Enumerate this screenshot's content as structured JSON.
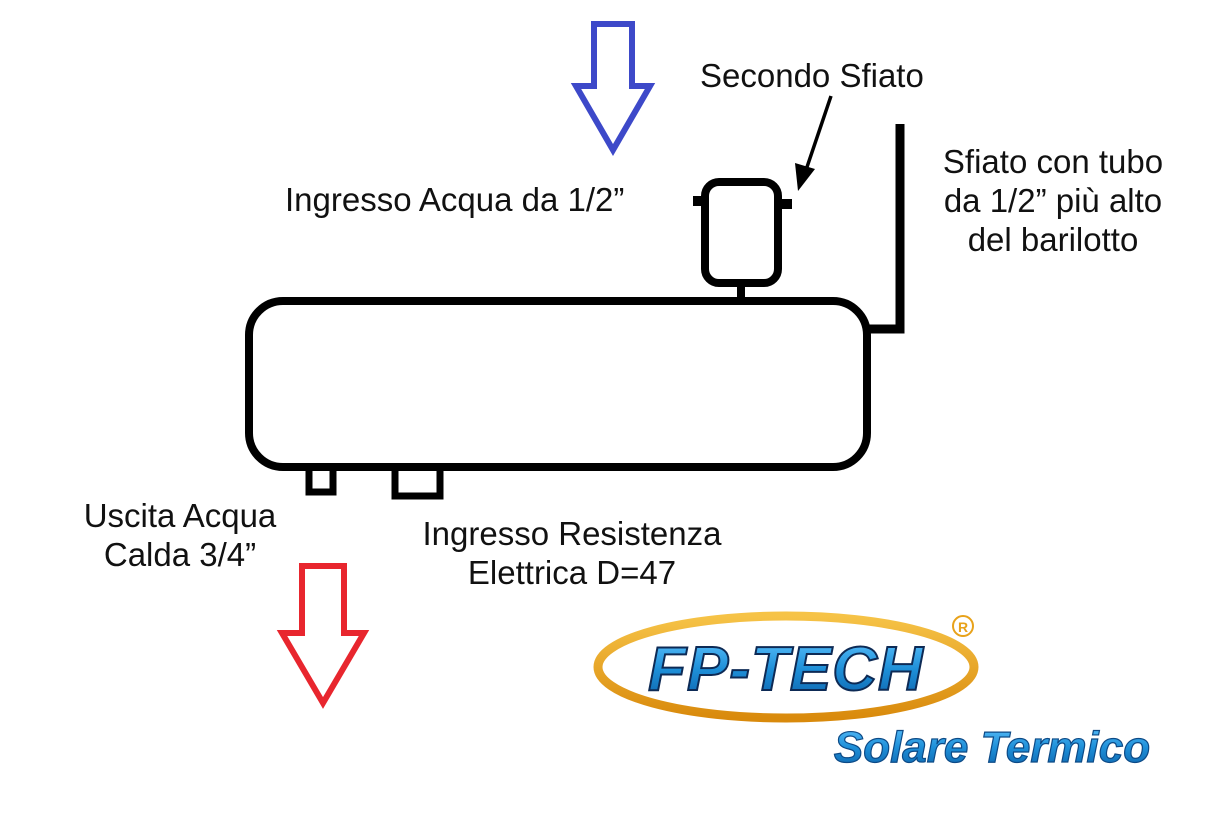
{
  "labels": {
    "secondo_sfiato": "Secondo Sfiato",
    "ingresso_acqua": "Ingresso Acqua da 1/2”",
    "sfiato_tubo": [
      "Sfiato con tubo",
      "da 1/2” più alto",
      "del barilotto"
    ],
    "uscita_acqua": [
      "Uscita Acqua",
      "Calda 3/4”"
    ],
    "ingresso_resistenza": [
      "Ingresso Resistenza",
      "Elettrica D=47"
    ]
  },
  "logo": {
    "brand": "FP-TECH",
    "registered": "R",
    "tagline": "Solare Termico"
  },
  "colors": {
    "inlet_arrow": "#3d49c9",
    "outlet_arrow": "#e8262e",
    "logo_ring": "#e8a21a",
    "logo_blue": "#1e8fd8",
    "logo_dark": "#0d2a55",
    "stroke": "#000000"
  },
  "icons": {
    "inlet_arrow": "arrow-down-icon",
    "outlet_arrow": "arrow-down-icon"
  }
}
